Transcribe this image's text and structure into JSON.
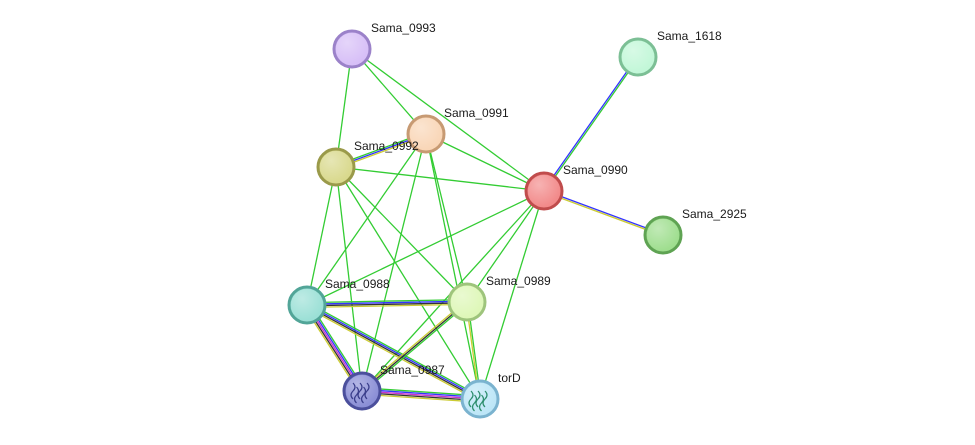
{
  "nodes": [
    {
      "id": "Sama_0993",
      "label": "Sama_0993",
      "fill": "#d7bff7",
      "stroke": "#9b82c9"
    },
    {
      "id": "Sama_1618",
      "label": "Sama_1618",
      "fill": "#c2f7d8",
      "stroke": "#7cbf95"
    },
    {
      "id": "Sama_0991",
      "label": "Sama_0991",
      "fill": "#f9d6b7",
      "stroke": "#c79a73"
    },
    {
      "id": "Sama_0992",
      "label": "Sama_0992",
      "fill": "#d9d98d",
      "stroke": "#9a9a4a"
    },
    {
      "id": "Sama_0990",
      "label": "Sama_0990",
      "fill": "#f28a8a",
      "stroke": "#c04c4c"
    },
    {
      "id": "Sama_2925",
      "label": "Sama_2925",
      "fill": "#9fde8f",
      "stroke": "#5fa353"
    },
    {
      "id": "Sama_0988",
      "label": "Sama_0988",
      "fill": "#9be0d6",
      "stroke": "#52a598"
    },
    {
      "id": "Sama_0989",
      "label": "Sama_0989",
      "fill": "#def7b8",
      "stroke": "#9ec47c"
    },
    {
      "id": "Sama_0987",
      "label": "Sama_0987",
      "fill": "#8b8fd6",
      "stroke": "#4b4f9c"
    },
    {
      "id": "torD",
      "label": "torD",
      "fill": "#bde6f7",
      "stroke": "#7bb3cf"
    }
  ],
  "edges": [
    {
      "source": "Sama_0993",
      "target": "Sama_0992",
      "colors": [
        "#33cc33"
      ]
    },
    {
      "source": "Sama_0993",
      "target": "Sama_0991",
      "colors": [
        "#33cc33"
      ]
    },
    {
      "source": "Sama_0993",
      "target": "Sama_0990",
      "colors": [
        "#33cc33"
      ]
    },
    {
      "source": "Sama_0992",
      "target": "Sama_0991",
      "colors": [
        "#33cc33",
        "#3333ff",
        "#cccc33"
      ]
    },
    {
      "source": "Sama_0992",
      "target": "Sama_0990",
      "colors": [
        "#33cc33"
      ]
    },
    {
      "source": "Sama_0992",
      "target": "Sama_0988",
      "colors": [
        "#33cc33"
      ]
    },
    {
      "source": "Sama_0992",
      "target": "Sama_0989",
      "colors": [
        "#33cc33"
      ]
    },
    {
      "source": "Sama_0992",
      "target": "Sama_0987",
      "colors": [
        "#33cc33"
      ]
    },
    {
      "source": "Sama_0992",
      "target": "torD",
      "colors": [
        "#33cc33"
      ]
    },
    {
      "source": "Sama_0991",
      "target": "Sama_0990",
      "colors": [
        "#33cc33"
      ]
    },
    {
      "source": "Sama_0991",
      "target": "Sama_0988",
      "colors": [
        "#33cc33"
      ]
    },
    {
      "source": "Sama_0991",
      "target": "Sama_0989",
      "colors": [
        "#33cc33"
      ]
    },
    {
      "source": "Sama_0991",
      "target": "Sama_0987",
      "colors": [
        "#33cc33"
      ]
    },
    {
      "source": "Sama_0991",
      "target": "torD",
      "colors": [
        "#33cc33"
      ]
    },
    {
      "source": "Sama_1618",
      "target": "Sama_0990",
      "colors": [
        "#33cc33",
        "#3333ff"
      ]
    },
    {
      "source": "Sama_0990",
      "target": "Sama_2925",
      "colors": [
        "#3333ff",
        "#cccc33"
      ]
    },
    {
      "source": "Sama_0990",
      "target": "Sama_0988",
      "colors": [
        "#33cc33"
      ]
    },
    {
      "source": "Sama_0990",
      "target": "Sama_0989",
      "colors": [
        "#33cc33"
      ]
    },
    {
      "source": "Sama_0990",
      "target": "Sama_0987",
      "colors": [
        "#33cc33"
      ]
    },
    {
      "source": "Sama_0990",
      "target": "torD",
      "colors": [
        "#33cc33"
      ]
    },
    {
      "source": "Sama_0988",
      "target": "Sama_0989",
      "colors": [
        "#33cc33",
        "#3333ff",
        "#333333",
        "#cccc33"
      ]
    },
    {
      "source": "Sama_0988",
      "target": "Sama_0987",
      "colors": [
        "#33cc33",
        "#3333ff",
        "#cc33cc",
        "#333333",
        "#cccc33"
      ]
    },
    {
      "source": "Sama_0988",
      "target": "torD",
      "colors": [
        "#33cc33",
        "#3333ff",
        "#333333",
        "#cccc33"
      ]
    },
    {
      "source": "Sama_0989",
      "target": "Sama_0987",
      "colors": [
        "#33cc33",
        "#333333",
        "#cccc33"
      ]
    },
    {
      "source": "Sama_0989",
      "target": "torD",
      "colors": [
        "#33cc33",
        "#cccc33"
      ]
    },
    {
      "source": "Sama_0987",
      "target": "torD",
      "colors": [
        "#33cc33",
        "#3333ff",
        "#cc33cc",
        "#333333",
        "#cccc33"
      ]
    }
  ]
}
